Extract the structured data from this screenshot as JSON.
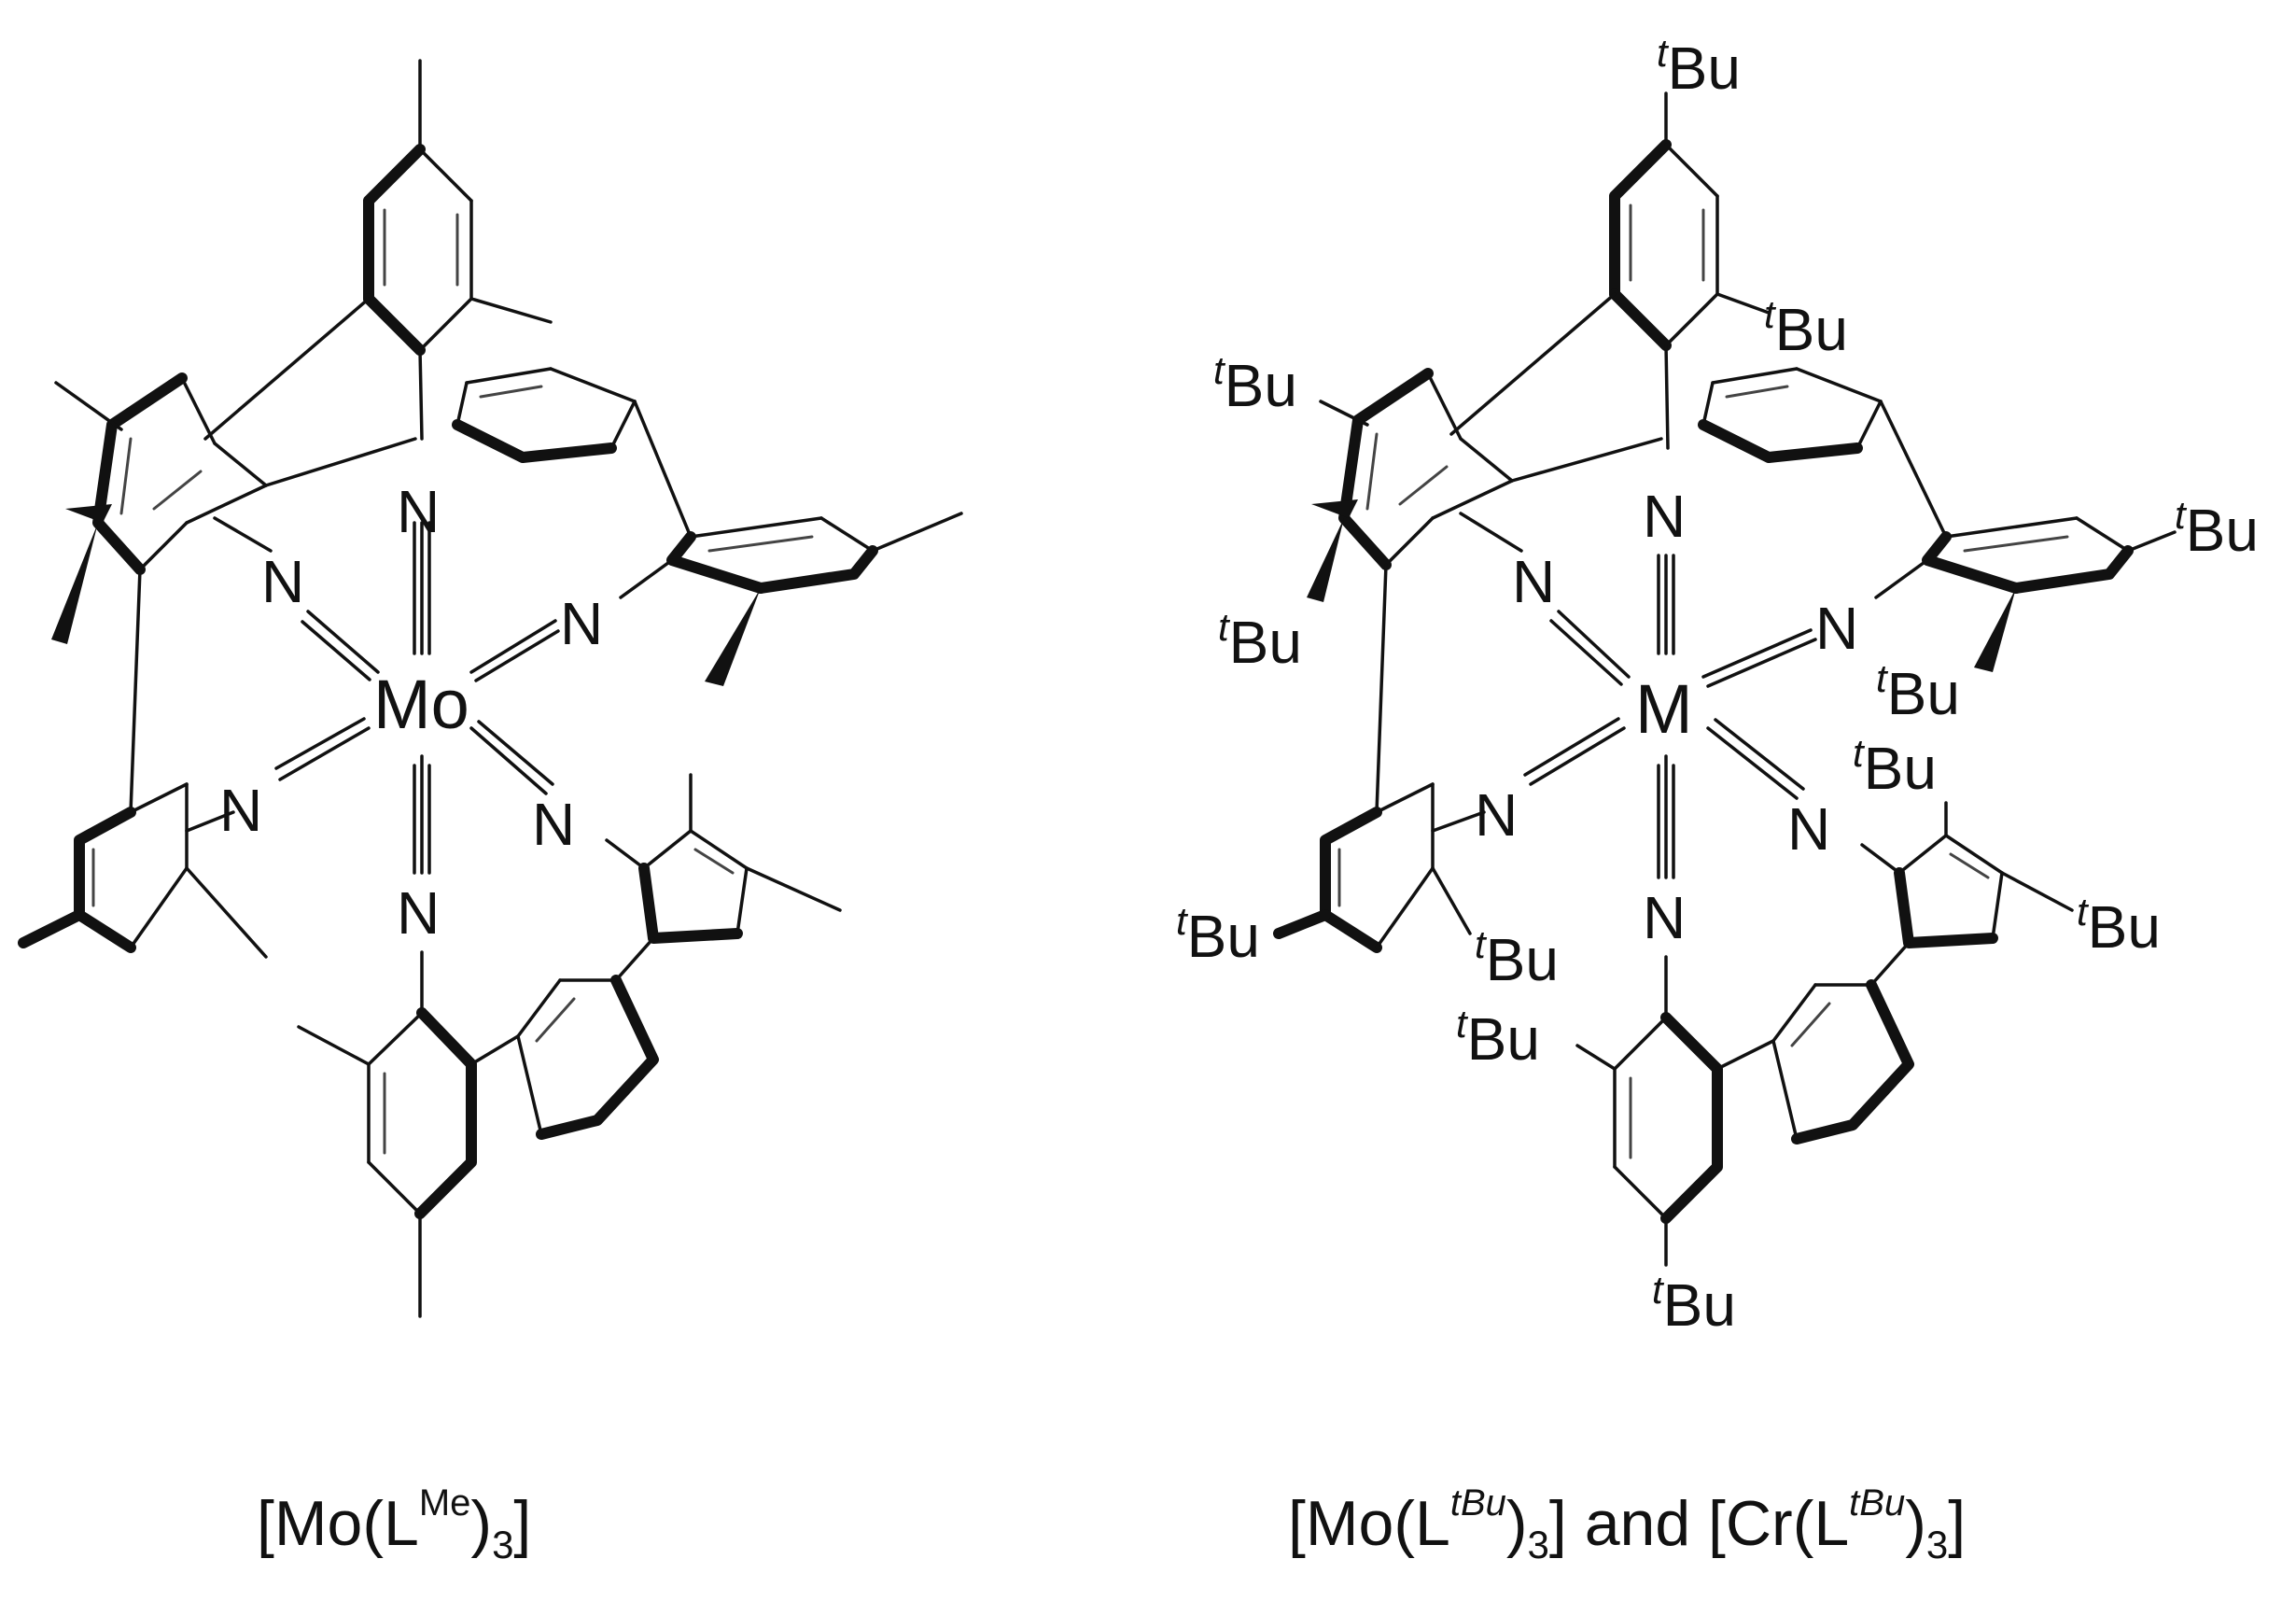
{
  "left": {
    "metal": "Mo",
    "nitrogen": "N",
    "caption": {
      "open": "[Mo(L",
      "sup": "Me",
      "close": ")",
      "sub": "3",
      "end": "]"
    }
  },
  "right": {
    "metal": "M",
    "nitrogen": "N",
    "substituent": {
      "sup": "t",
      "base": "Bu"
    },
    "caption": {
      "part1_open": "[Mo(L",
      "part1_sup": "tBu",
      "part1_close": ")",
      "part1_sub": "3",
      "part1_end": "]",
      "joiner": " and ",
      "part2_open": "[Cr(L",
      "part2_sup": "tBu",
      "part2_close": ")",
      "part2_sub": "3",
      "part2_end": "]"
    }
  }
}
